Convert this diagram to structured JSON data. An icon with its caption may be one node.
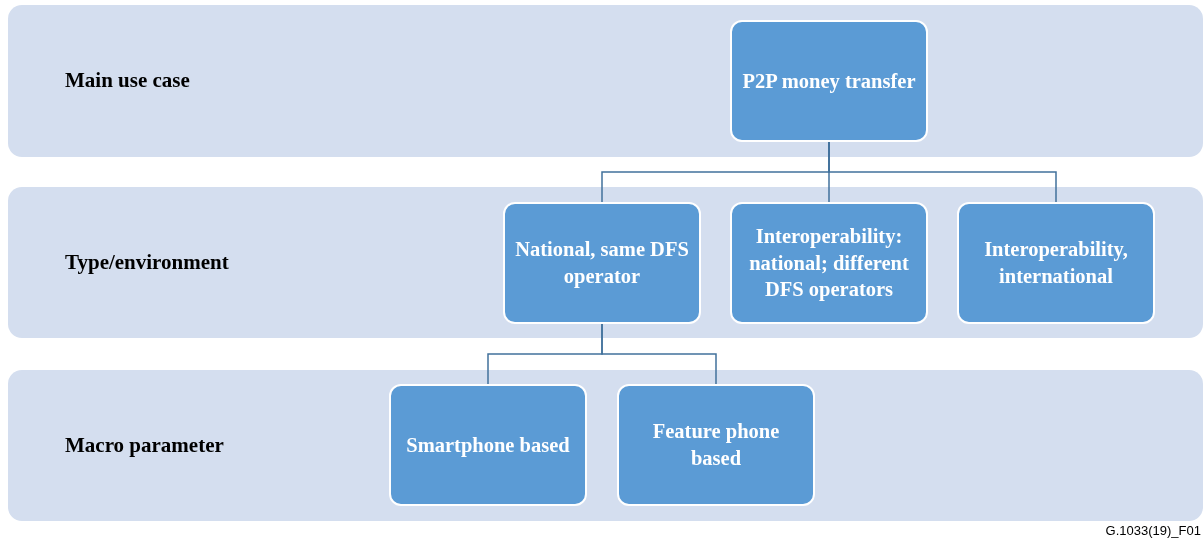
{
  "diagram": {
    "nodes": [
      {
        "text": [
          "Main use case"
        ]
      },
      {
        "text": [
          "P2P money transfer"
        ],
        "in": 0
      },
      {
        "text": [
          "Type/environment"
        ]
      },
      {
        "text": [
          "National, same DFS operator"
        ],
        "in": 2
      },
      {
        "text": [
          "Interoperability: national; different DFS operators"
        ],
        "in": 2
      },
      {
        "text": [
          "Interoperability, international"
        ],
        "in": 2
      },
      {
        "text": [
          "Macro parameter"
        ]
      },
      {
        "text": [
          "Smartphone based"
        ],
        "in": 6
      },
      {
        "text": [
          "Feature phone based"
        ],
        "in": 6
      }
    ],
    "edges": [
      {
        "from": 1,
        "to": 3,
        "arrow": "none"
      },
      {
        "from": 1,
        "to": 4,
        "arrow": "none"
      },
      {
        "from": 1,
        "to": 5,
        "arrow": "none"
      },
      {
        "from": 3,
        "to": 7,
        "arrow": "none"
      },
      {
        "from": 3,
        "to": 8,
        "arrow": "none"
      }
    ],
    "labels": [
      "G.1033(19)_F01"
    ]
  }
}
